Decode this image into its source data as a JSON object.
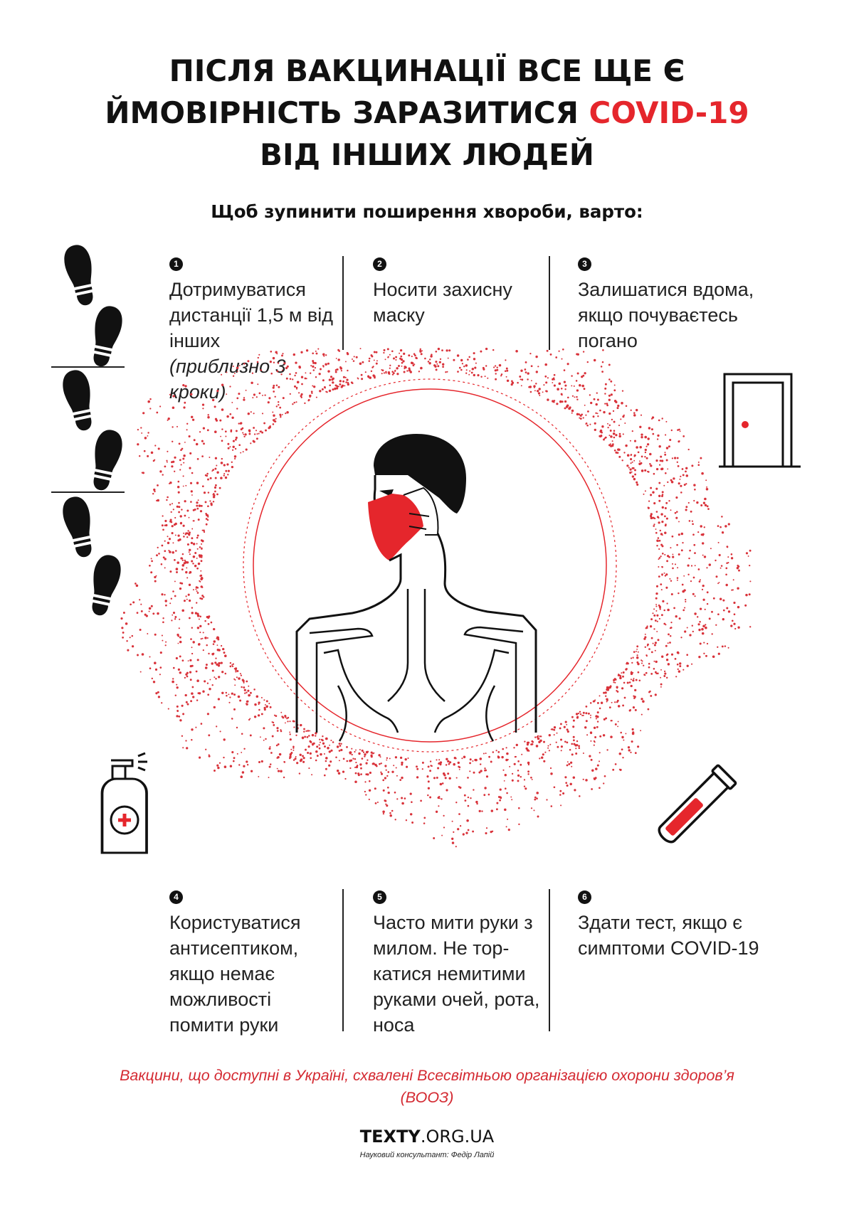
{
  "header": {
    "title_line1": "ПІСЛЯ ВАКЦИНАЦІЇ ВСЕ ЩЕ Є",
    "title_line2_a": "ЙМОВІРНІСТЬ ЗАРАЗИТИСЯ ",
    "title_line2_b": "COVID-19",
    "title_line3": "ВІД ІНШИХ ЛЮДЕЙ",
    "subtitle": "Щоб зупинити поширення хвороби, варто:"
  },
  "steps": [
    {
      "num": "1",
      "text": "Дотримуватися дистанції 1,5 м від інших",
      "note": "(приблизно 3 кроки)",
      "icon": "footprints-icon"
    },
    {
      "num": "2",
      "text": "Носити захисну маску",
      "icon": "masked-person-illustration"
    },
    {
      "num": "3",
      "text": "Залишатися вдома, якщо почуваєтесь погано",
      "icon": "door-icon"
    },
    {
      "num": "4",
      "text": "Користуватися антисептиком, якщо немає можливості помити руки",
      "icon": "sanitizer-bottle-icon"
    },
    {
      "num": "5",
      "text": "Часто мити руки з милом. Не тор-катися немитими руками очей, рота, носа"
    },
    {
      "num": "6",
      "text": "Здати тест, якщо є симптоми COVID-19",
      "icon": "test-tube-icon"
    }
  ],
  "footer": {
    "note": "Вакцини, що доступні в Україні, схвалені Всесвітньою організацією охорони здоров’я (ВООЗ)",
    "brand_bold": "TEXTY",
    "brand_rest": ".ORG.UA",
    "consultant": "Науковий консультант: Федір Лапій"
  },
  "colors": {
    "accent": "#e5262c",
    "text": "#111111",
    "dots": "#d9323a"
  }
}
